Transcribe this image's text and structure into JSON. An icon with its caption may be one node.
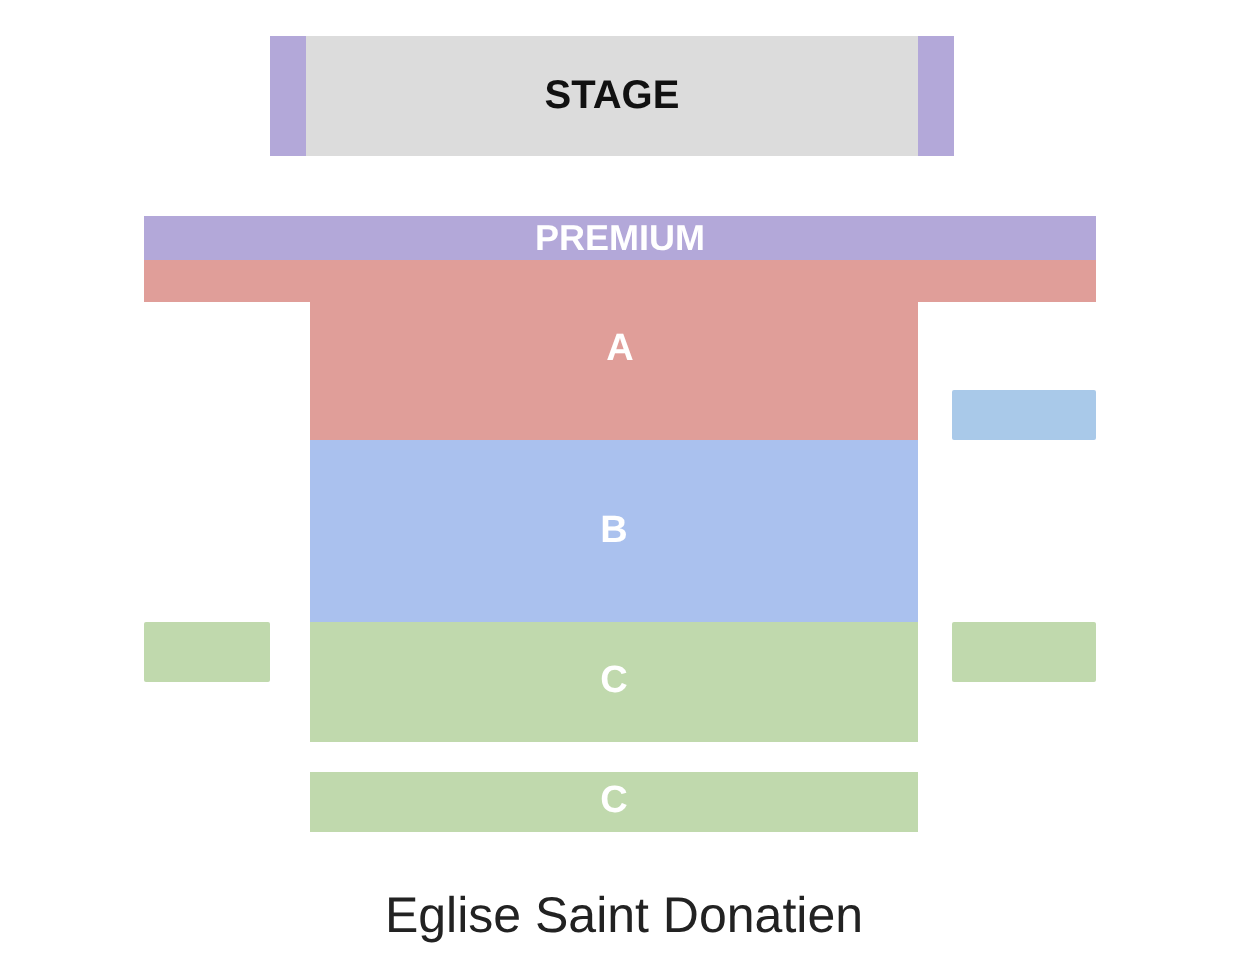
{
  "diagram": {
    "caption": "Eglise Saint Donatien",
    "nodes": [
      {
        "text": [
          "STAGE"
        ]
      },
      {
        "text": [],
        "shape": "bar",
        "in": 0
      },
      {
        "text": [],
        "shape": "bar",
        "in": 0
      },
      {
        "text": [
          "PREMIUM"
        ]
      },
      {
        "text": [
          "A"
        ]
      },
      {
        "text": [],
        "shape": "box"
      },
      {
        "text": [
          "B"
        ]
      },
      {
        "text": [],
        "shape": "box"
      },
      {
        "text": [
          "C"
        ]
      },
      {
        "text": [],
        "shape": "box"
      },
      {
        "text": [
          "C"
        ]
      }
    ]
  }
}
